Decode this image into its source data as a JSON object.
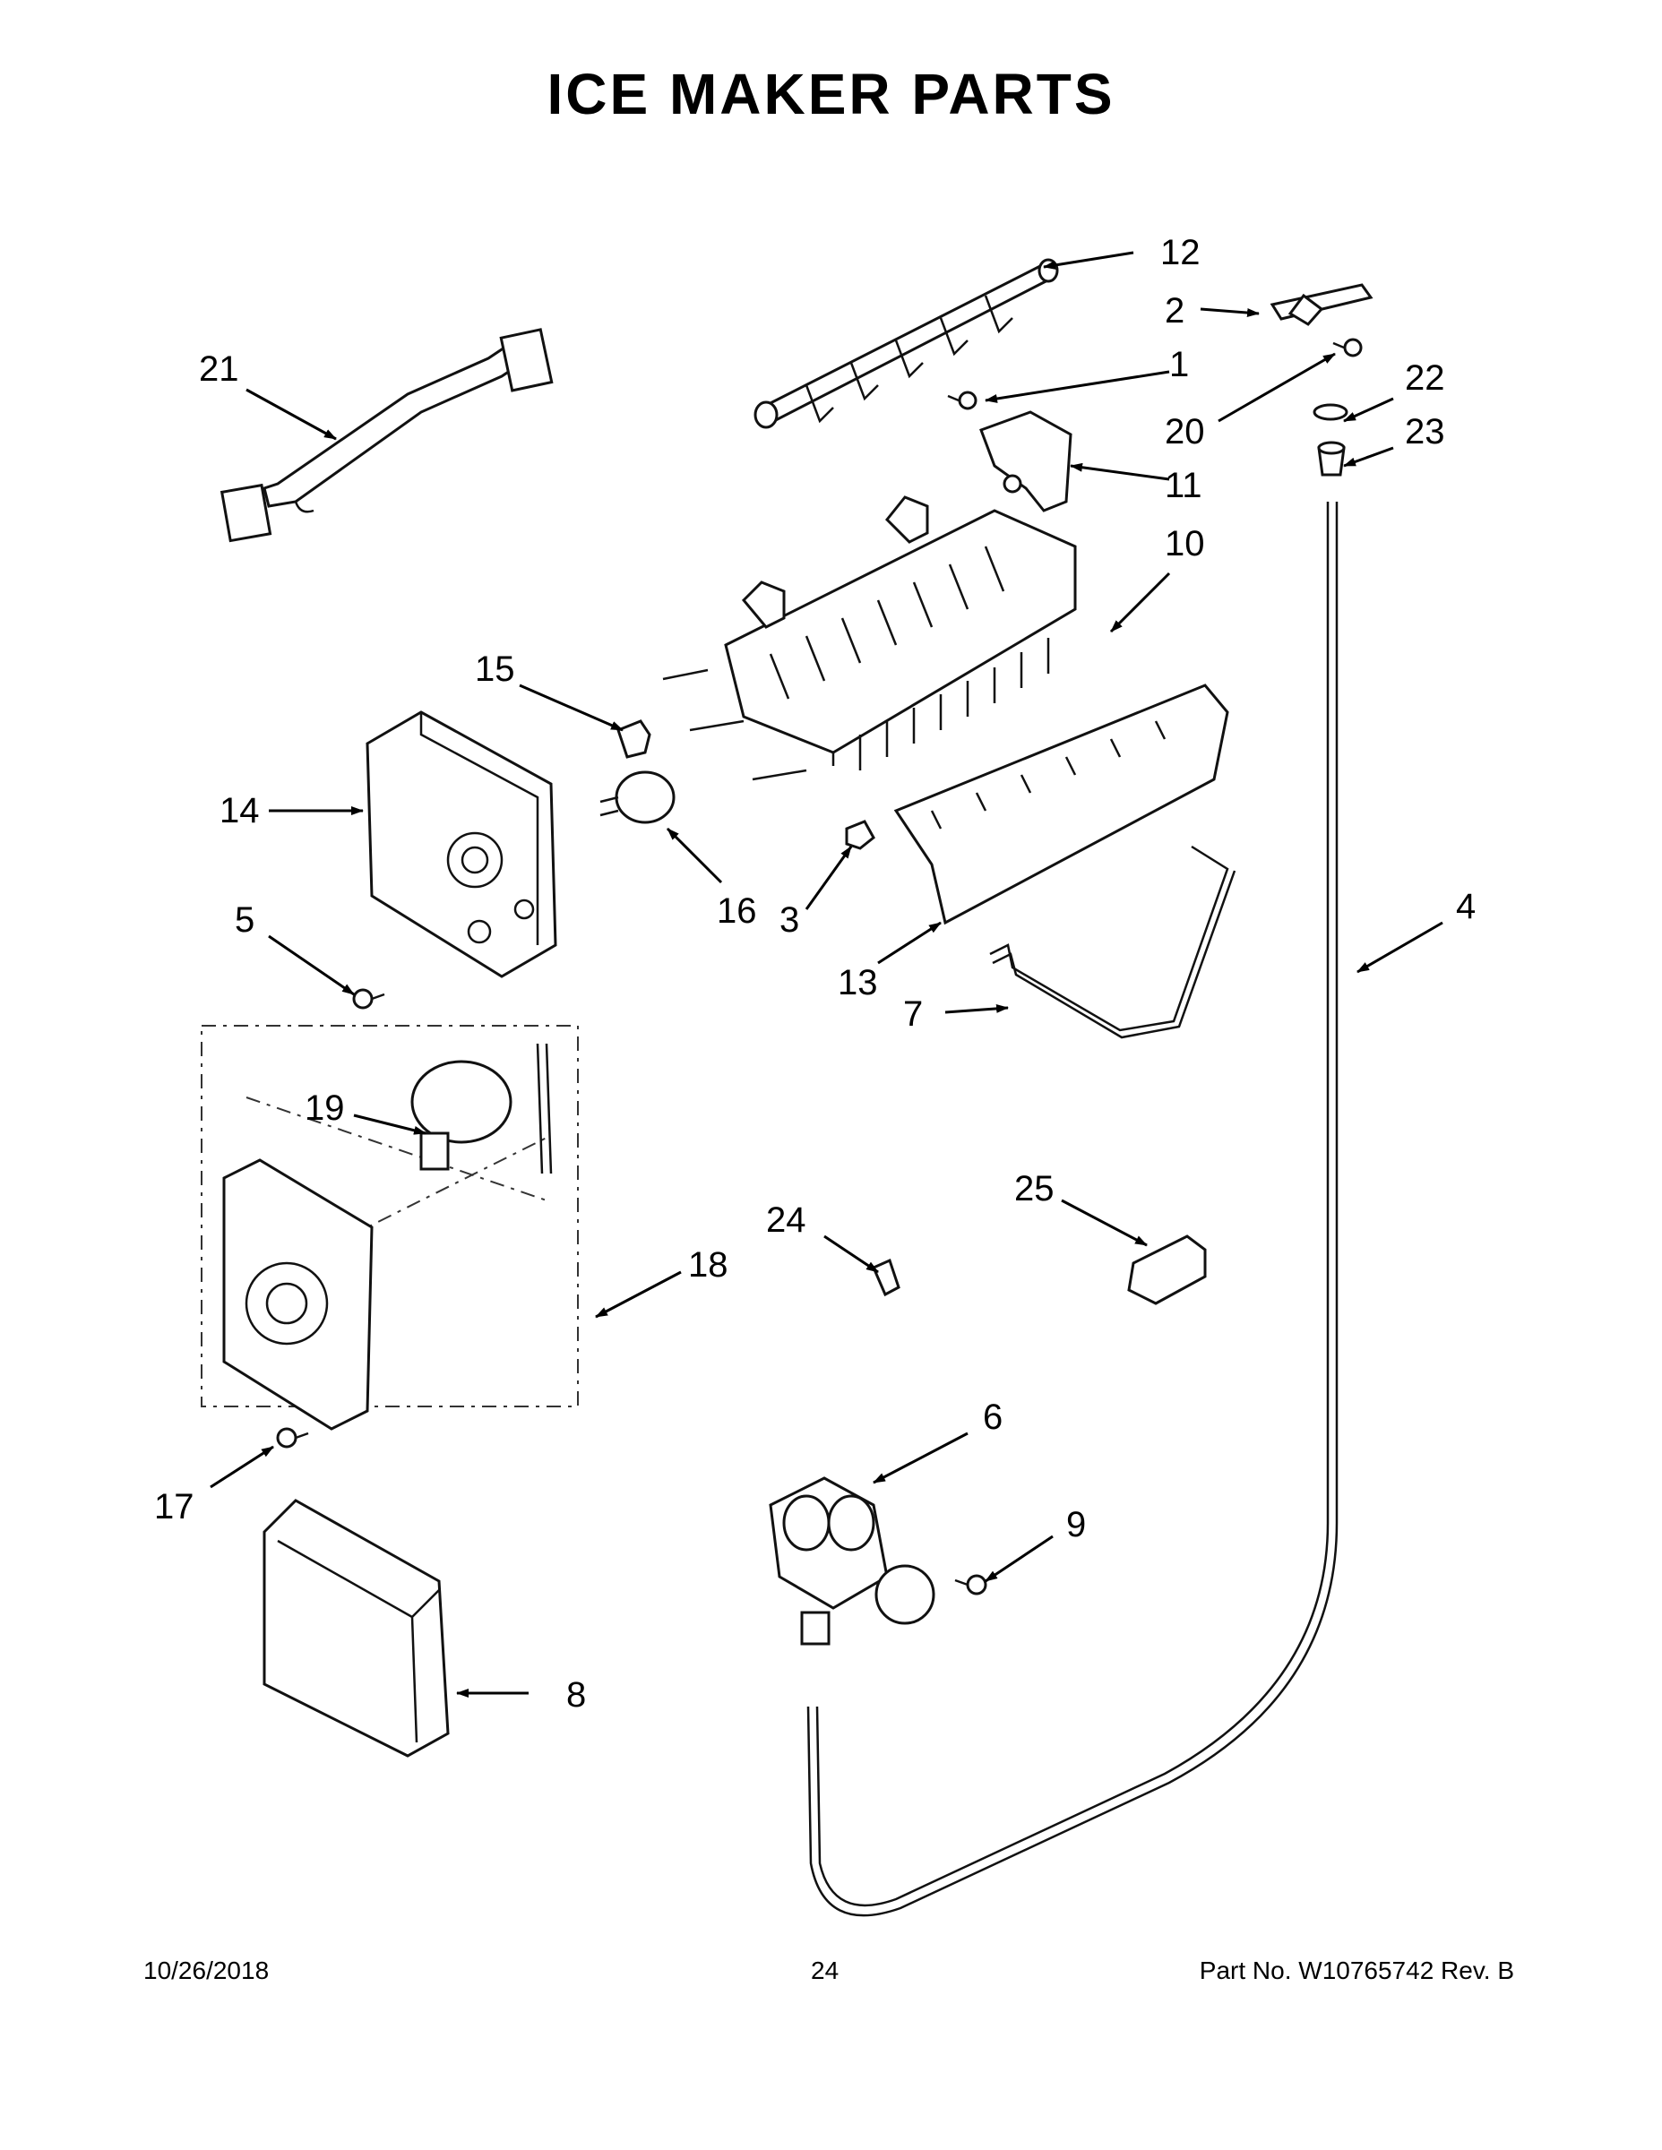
{
  "title": "ICE MAKER PARTS",
  "callouts": [
    "1",
    "2",
    "3",
    "4",
    "5",
    "6",
    "7",
    "8",
    "9",
    "10",
    "11",
    "12",
    "13",
    "14",
    "15",
    "16",
    "17",
    "18",
    "19",
    "20",
    "21",
    "22",
    "23",
    "24",
    "25"
  ],
  "footer": {
    "date": "10/26/2018",
    "page": "24",
    "part_no": "Part No.  W10765742  Rev.  B"
  }
}
